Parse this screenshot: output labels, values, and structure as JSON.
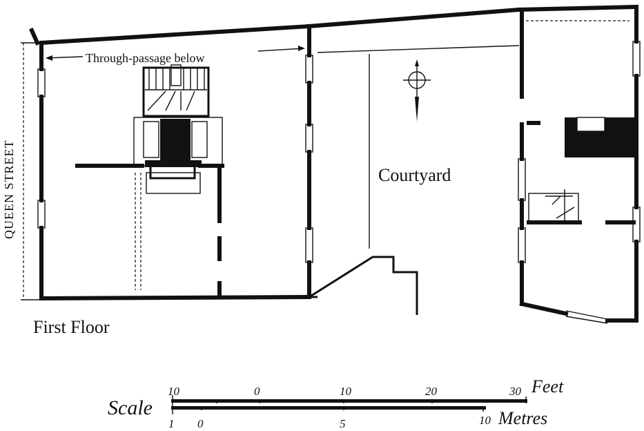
{
  "labels": {
    "street": "QUEEN STREET",
    "passage": "Through-passage below",
    "courtyard": "Courtyard",
    "floor": "First Floor"
  },
  "scale": {
    "title": "Scale",
    "feet_unit": "Feet",
    "metres_unit": "Metres",
    "feet_ticks": [
      "10",
      "0",
      "10",
      "20",
      "30"
    ],
    "metres_ticks": [
      "1",
      "0",
      "5",
      "10"
    ]
  },
  "icons": {
    "north": "north-arrow-icon"
  }
}
